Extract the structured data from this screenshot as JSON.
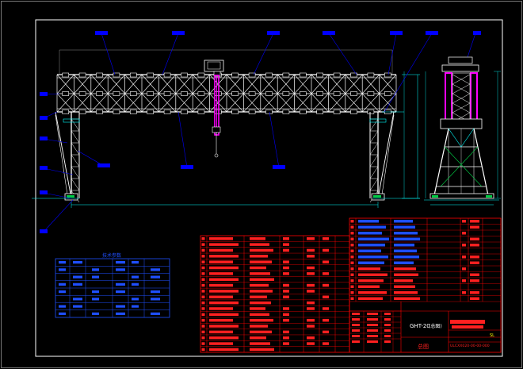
{
  "drawing": {
    "model_label": "GHT-20",
    "model_suffix": "(总图)",
    "title_name": "总图",
    "scale": "SL",
    "drawing_number": "ULCXX020-00-00-000"
  },
  "tech_table": {
    "title": "技术参数"
  },
  "colors": {
    "background": "#000000",
    "frame": "#ffffff",
    "structure": "#ffffff",
    "annotation": "#0000ff",
    "dimension": "#00ffff",
    "title_block_line": "#ff0000",
    "title_block_fill": "#ff2020",
    "highlight": "#ff00ff",
    "table_fill": "#1f4fff",
    "ground": "#00cc44",
    "accent": "#ffff00"
  }
}
